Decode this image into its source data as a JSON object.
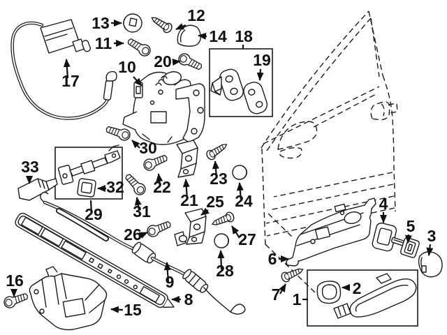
{
  "figure": {
    "type": "exploded-parts-diagram",
    "subject": "front door lock and handle hardware",
    "background": "#ffffff",
    "line_color": "#1a1a1a",
    "label_color": "#111111",
    "callouts": {
      "1": "1",
      "2": "2",
      "3": "3",
      "4": "4",
      "5": "5",
      "6": "6",
      "7": "7",
      "8": "8",
      "9": "9",
      "10": "10",
      "11": "11",
      "12": "12",
      "13": "13",
      "14": "14",
      "15": "15",
      "16": "16",
      "17": "17",
      "18": "18",
      "19": "19",
      "20": "20",
      "21": "21",
      "22": "22",
      "23": "23",
      "24": "24",
      "25": "25",
      "26": "26",
      "27": "27",
      "28": "28",
      "29": "29",
      "30": "30",
      "31": "31",
      "32": "32",
      "33": "33"
    }
  }
}
